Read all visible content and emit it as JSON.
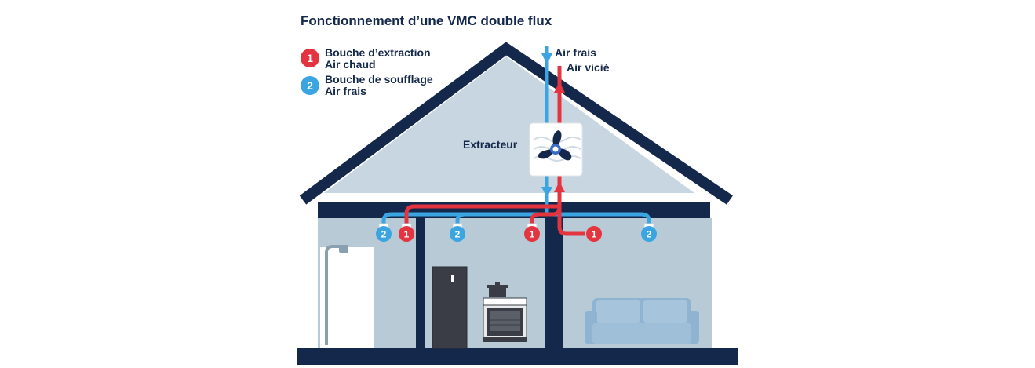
{
  "title": "Fonctionnement d’une VMC double flux",
  "legend": [
    {
      "number": "1",
      "line1": "Bouche d’extraction",
      "line2": "Air chaud",
      "color": "#e3343f"
    },
    {
      "number": "2",
      "line1": "Bouche de soufflage",
      "line2": "Air frais",
      "color": "#3aa5e0"
    }
  ],
  "labels": {
    "fresh_air": "Air frais",
    "stale_air": "Air vicié",
    "extractor": "Extracteur"
  },
  "vents": [
    {
      "number": "2",
      "type": "supply"
    },
    {
      "number": "1",
      "type": "extraction"
    },
    {
      "number": "2",
      "type": "supply"
    },
    {
      "number": "1",
      "type": "extraction"
    },
    {
      "number": "1",
      "type": "extraction"
    },
    {
      "number": "2",
      "type": "supply"
    }
  ],
  "colors": {
    "navy": "#14284b",
    "wall": "#b7cad6",
    "roof_area": "#c7d6e0",
    "red": "#e3343f",
    "blue": "#3aa5e0",
    "sofa": "#8fb4d2"
  }
}
